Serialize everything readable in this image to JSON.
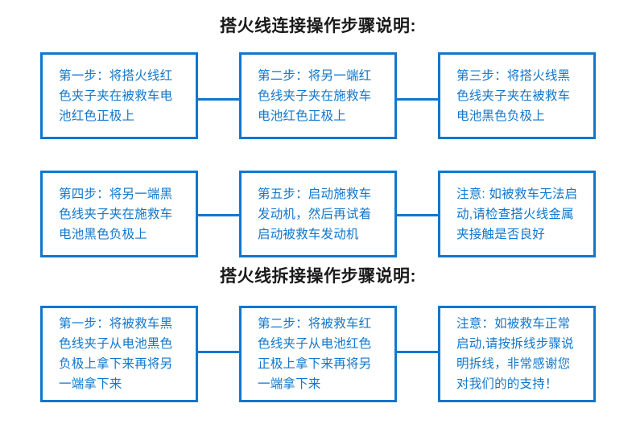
{
  "page": {
    "background_color": "#ffffff",
    "accent_color": "#1277cc",
    "title_color": "#1a1a1a"
  },
  "sections": [
    {
      "title": "搭火线连接操作步骤说明:",
      "rows": [
        {
          "boxes": [
            {
              "label": "第一步：将搭火线红色夹子夹在被救车电池红色正极上"
            },
            {
              "label": "第二步：将另一端红色线夹子夹在施救车电池红色正极上"
            },
            {
              "label": "第三步：将搭火线黑色线夹子夹在被救车电池黑色负极上"
            }
          ]
        },
        {
          "boxes": [
            {
              "label": "第四步：将另一端黑色线夹子夹在施救车电池黑色负极上"
            },
            {
              "label": "第五步：启动施救车发动机，然后再试着启动被救车发动机"
            },
            {
              "label": "注意: 如被救车无法启动,请检查搭火线金属夹接触是否良好"
            }
          ]
        }
      ]
    },
    {
      "title": "搭火线拆接操作步骤说明:",
      "rows": [
        {
          "boxes": [
            {
              "label": "第一步：将被救车黑色线夹子从电池黑色负极上拿下来再将另一端拿下来"
            },
            {
              "label": "第二步：将被救车红色线夹子从电池红色正极上拿下来再将另一端拿下来"
            },
            {
              "label": "注意：如被救车正常启动,请按拆线步骤说明拆线，非常感谢您对我们的的支持！"
            }
          ]
        }
      ]
    }
  ]
}
